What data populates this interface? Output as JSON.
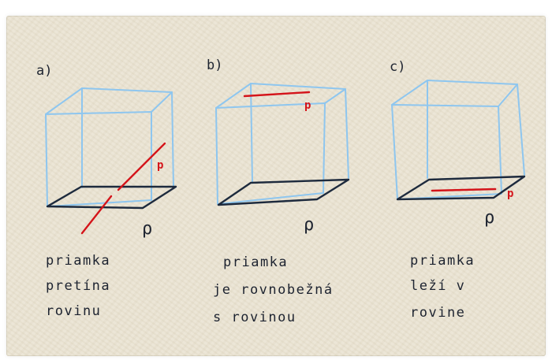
{
  "colors": {
    "cube": "#8ec6ef",
    "plane": "#1d2a3d",
    "line": "#d4141a",
    "ink": "#1d2330",
    "paper": "#ebe5d4"
  },
  "panels": [
    {
      "label": "a)",
      "line_label": "p",
      "plane_label": "ρ",
      "description": [
        "priamka",
        "pretína",
        "rovinu"
      ]
    },
    {
      "label": "b)",
      "line_label": "p",
      "plane_label": "ρ",
      "description": [
        "priamka",
        "je rovnobežná",
        "s rovinou"
      ]
    },
    {
      "label": "c)",
      "line_label": "p",
      "plane_label": "ρ",
      "description": [
        "priamka",
        "leží v",
        "rovine"
      ]
    }
  ]
}
